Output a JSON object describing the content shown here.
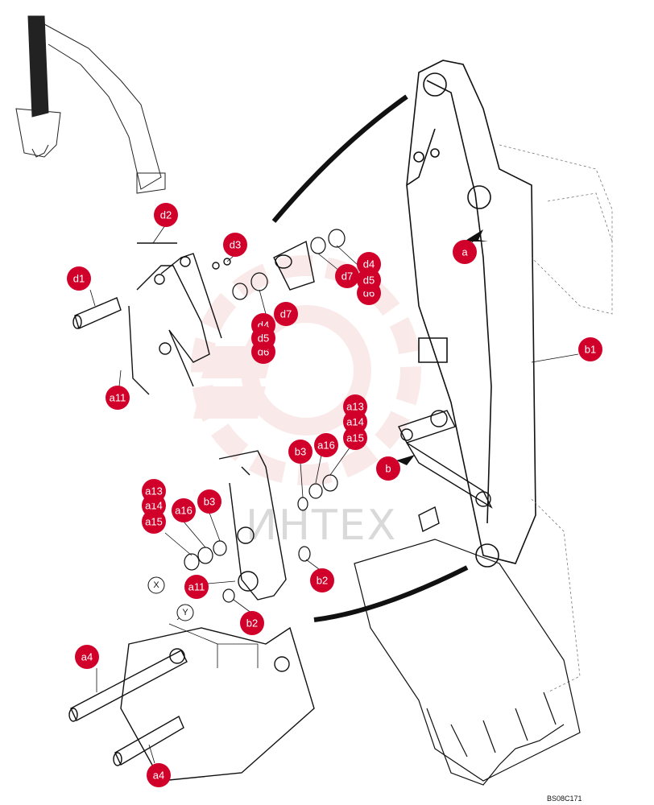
{
  "diagram": {
    "drawing_code": "BS08C171",
    "watermark": "ИНТЕХ",
    "callouts": {
      "d1": "d1",
      "d2": "d2",
      "d3": "d3",
      "d4a": "d4",
      "d5a": "d5",
      "d6a": "d6",
      "d7a": "d7",
      "d4b": "d4",
      "d5b": "d5",
      "d6b": "d6",
      "d7b": "d7",
      "a11a": "a11",
      "a11b": "a11",
      "a13a": "a13",
      "a14a": "a14",
      "a15a": "a15",
      "a16a": "a16",
      "a13b": "a13",
      "a14b": "a14",
      "a15b": "a15",
      "a16b": "a16",
      "b1": "b1",
      "b2a": "b2",
      "b2b": "b2",
      "b3a": "b3",
      "b3b": "b3",
      "a4a": "a4",
      "a4b": "a4",
      "a": "a",
      "b": "b"
    },
    "view_markers": {
      "x": "X",
      "y": "Y"
    },
    "colors": {
      "callout_fill": "#d1002a",
      "line": "#111111",
      "watermark": "#e8a0a0"
    }
  }
}
